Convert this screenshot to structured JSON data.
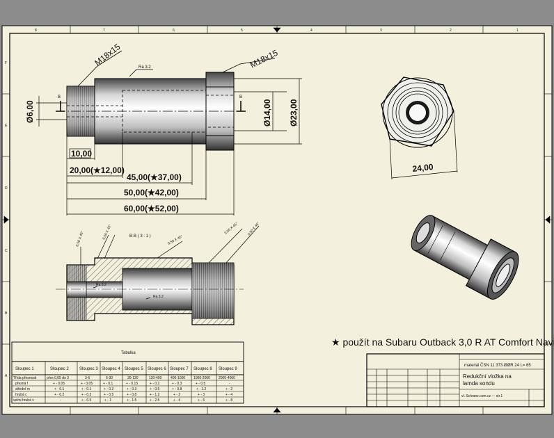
{
  "sheet": {
    "background": "#f3f1dd",
    "frame_numbers_top": [
      "8",
      "7",
      "6",
      "5",
      "4",
      "3",
      "2",
      "1"
    ],
    "frame_letters_left": [
      "F",
      "E",
      "D",
      "C",
      "B",
      "A"
    ]
  },
  "front_view": {
    "thread_left": "M18x15",
    "thread_right": "M18x15",
    "roughness": "Ra 3.2",
    "dia_left": "Ø6,00",
    "dia_inner": "Ø14,00",
    "dia_outer": "Ø23,00",
    "section_mark_left": "B",
    "section_mark_right": "B",
    "dim_10": "10,00",
    "dim_20": "20,00(★12,00)",
    "dim_45": "45,00(★37,00)",
    "dim_50": "50,00(★42,00)",
    "dim_60": "60,00(★52,00)"
  },
  "end_view": {
    "across_flats": "24,00"
  },
  "section_view": {
    "title": "B-B ( 3 : 1 )",
    "chamfer_1": "0,50 X 45°",
    "chamfer_2": "0,50 X 45°",
    "chamfer_3": "0,50 X 45°",
    "chamfer_4": "0,50 X 45°",
    "chamfer_5": "0,50 X 45°",
    "roughness_1": "Ra 3.2",
    "roughness_2": "Ra 3.2"
  },
  "note": "★ použít na Subaru Outback 3,0 R AT Comfort Navi",
  "table": {
    "title": "Tabulka",
    "headers": [
      "Sloupec 1",
      "Sloupec 2",
      "Sloupec 3",
      "Sloupec 4",
      "Sloupec 5",
      "Sloupec 6",
      "Sloupec 7",
      "Sloupec 8",
      "Sloupec 9"
    ],
    "rows": [
      [
        "Třída přesnosti",
        "přes 0,05 do 3",
        "3-6",
        "6-30",
        "30-120",
        "120-400",
        "400-1000",
        "1000-2000",
        "2000-4000"
      ],
      [
        "přesná   f",
        "+ - 0.05",
        "+ - 0.05",
        "+ - 0.1",
        "+ - 0.15",
        "+ - 0.2",
        "+ - 0.3",
        "+ - 0.5",
        "-"
      ],
      [
        "střední   m",
        "+ - 0.1",
        "+ - 0.1",
        "+ - 0.2",
        "+ - 0.3",
        "+ - 0.5",
        "+ - 0.8",
        "+ - 1.2",
        "+ - 2"
      ],
      [
        "hrubá   c",
        "+ - 0.2",
        "+ - 0.3",
        "+ - 0.5",
        "+ - 0.8",
        "+ - 1.2",
        "+ - 2",
        "+ - 3",
        "+ - 4"
      ],
      [
        "velmi hrubá   v",
        "-",
        "+ - 0.5",
        "+ - 1",
        "+ - 1.5",
        "+ - 2.5",
        "+ - 4",
        "+ - 6",
        "+ - 8"
      ]
    ]
  },
  "title_block": {
    "material": "materiál ČSN 11 373  ØØR 24 L= 65",
    "name_line1": "Redukční vložka na",
    "name_line2": "lamda sondu",
    "footer": "vl. Schranz.com.cz   ---   str.1"
  }
}
